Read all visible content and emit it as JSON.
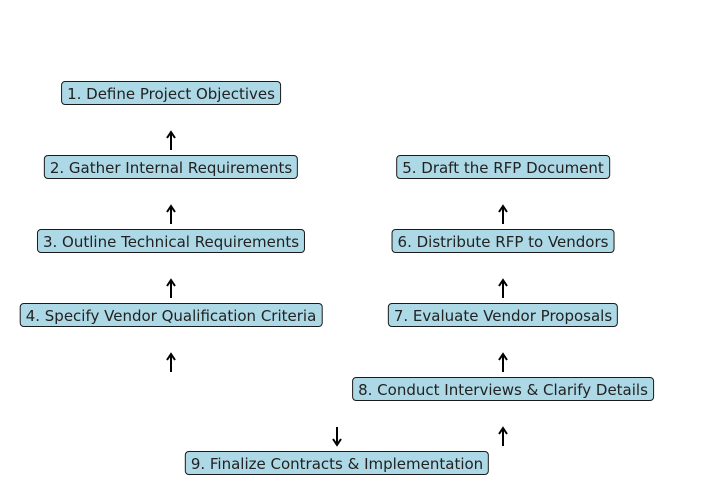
{
  "colors": {
    "box_fill": "#add8e6",
    "box_border": "#1a1a1a",
    "text": "#222222",
    "arrow": "#000000"
  },
  "steps": [
    {
      "label": "1. Define Project Objectives"
    },
    {
      "label": "2. Gather Internal Requirements"
    },
    {
      "label": "3. Outline Technical Requirements"
    },
    {
      "label": "4. Specify Vendor Qualification Criteria"
    },
    {
      "label": "5. Draft the RFP Document"
    },
    {
      "label": "6. Distribute RFP to Vendors"
    },
    {
      "label": "7. Evaluate Vendor Proposals"
    },
    {
      "label": "8. Conduct Interviews & Clarify Details"
    },
    {
      "label": "9. Finalize Contracts & Implementation"
    }
  ],
  "arrows": [
    {
      "direction": "up"
    },
    {
      "direction": "up"
    },
    {
      "direction": "up"
    },
    {
      "direction": "up"
    },
    {
      "direction": "up"
    },
    {
      "direction": "up"
    },
    {
      "direction": "up"
    },
    {
      "direction": "up"
    },
    {
      "direction": "down"
    }
  ]
}
